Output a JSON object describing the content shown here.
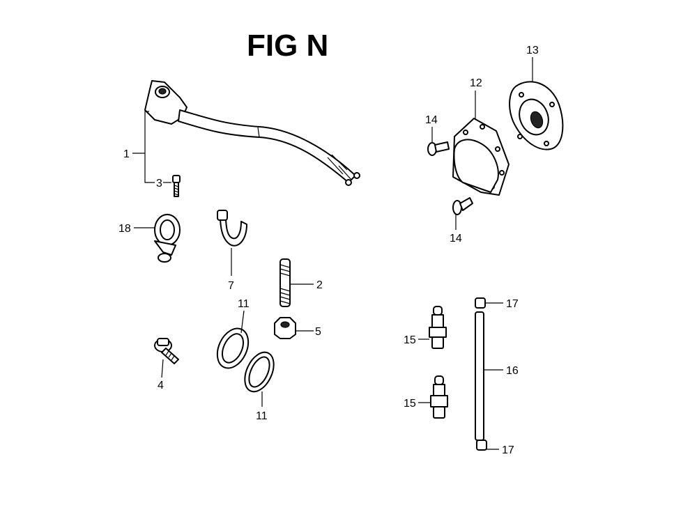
{
  "figure": {
    "title": "FIG N"
  },
  "callouts": {
    "c1": "1",
    "c2": "2",
    "c3": "3",
    "c4": "4",
    "c5": "5",
    "c7": "7",
    "c11a": "11",
    "c11b": "11",
    "c12": "12",
    "c13": "13",
    "c14a": "14",
    "c14b": "14",
    "c15a": "15",
    "c15b": "15",
    "c16": "16",
    "c17a": "17",
    "c17b": "17",
    "c18": "18"
  },
  "parts": [
    {
      "number": "1",
      "name": "cable-assembly"
    },
    {
      "number": "2",
      "name": "stud-bolt"
    },
    {
      "number": "3",
      "name": "small-screw"
    },
    {
      "number": "4",
      "name": "flange-bolt"
    },
    {
      "number": "5",
      "name": "nut"
    },
    {
      "number": "7",
      "name": "wire-clip"
    },
    {
      "number": "11",
      "name": "gasket"
    },
    {
      "number": "12",
      "name": "cover"
    },
    {
      "number": "13",
      "name": "mounting-flange"
    },
    {
      "number": "14",
      "name": "screw"
    },
    {
      "number": "15",
      "name": "fitting"
    },
    {
      "number": "16",
      "name": "rod"
    },
    {
      "number": "17",
      "name": "rod-cap"
    },
    {
      "number": "18",
      "name": "hose-clamp"
    }
  ]
}
